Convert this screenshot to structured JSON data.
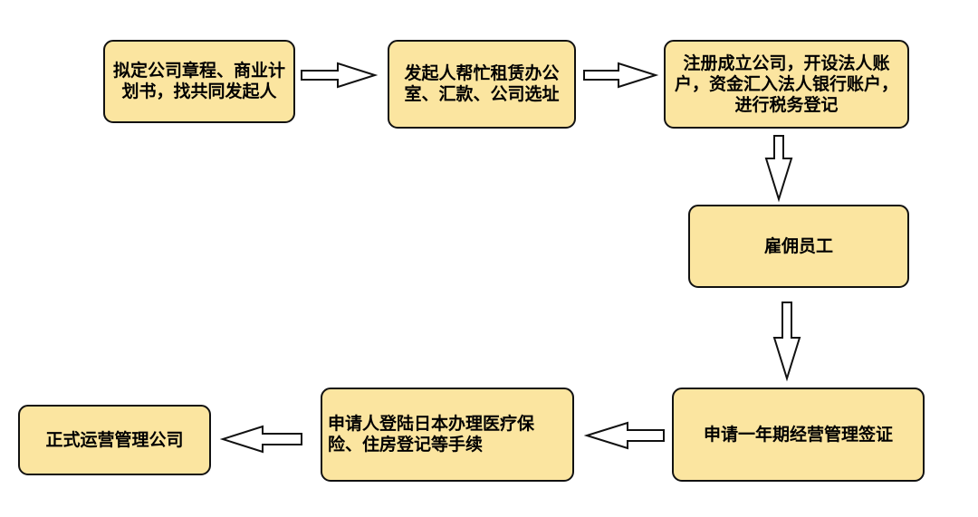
{
  "steps": {
    "draft_plan": "拟定公司章程、商业计划书，找共同发起人",
    "rent_office": "发起人帮忙租赁办公室、汇款、公司选址",
    "register_company": "注册成立公司，开设法人账户，资金汇入法人银行账户，进行税务登记",
    "hire_staff": "雇佣员工",
    "apply_visa": "申请一年期经营管理签证",
    "applicant_arrival": "申请人登陆日本办理医疗保险、住房登记等手续",
    "formal_operation": "正式运营管理公司"
  },
  "colors": {
    "box_fill": "#fbe5a0",
    "box_border": "#111111",
    "arrow_fill": "#ffffff"
  }
}
